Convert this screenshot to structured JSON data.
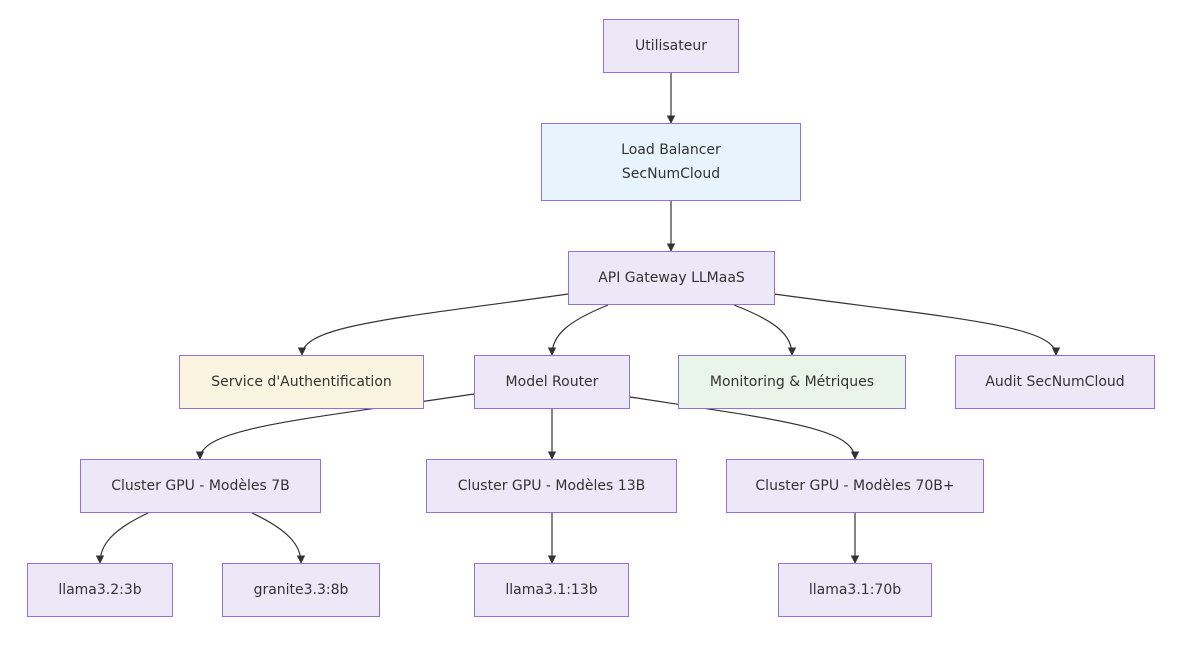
{
  "colors": {
    "default_fill": "#ece8f8",
    "default_border": "#9370db",
    "edge": "#333333",
    "text": "#333333",
    "load_balancer_fill": "#e8f4fd",
    "auth_fill": "#fbf4e0",
    "monitoring_fill": "#e9f5e9"
  },
  "nodes": {
    "user": {
      "label": "Utilisateur"
    },
    "lb": {
      "line1": "Load Balancer",
      "line2": "SecNumCloud"
    },
    "gateway": {
      "label": "API Gateway LLMaaS"
    },
    "auth": {
      "label": "Service d'Authentification"
    },
    "router": {
      "label": "Model Router"
    },
    "monitoring": {
      "label": "Monitoring & Métriques"
    },
    "audit": {
      "label": "Audit SecNumCloud"
    },
    "cluster7b": {
      "label": "Cluster GPU - Modèles 7B"
    },
    "cluster13b": {
      "label": "Cluster GPU - Modèles 13B"
    },
    "cluster70b": {
      "label": "Cluster GPU - Modèles 70B+"
    },
    "llama32": {
      "label": "llama3.2:3b"
    },
    "granite": {
      "label": "granite3.3:8b"
    },
    "llama31_13b": {
      "label": "llama3.1:13b"
    },
    "llama31_70b": {
      "label": "llama3.1:70b"
    }
  }
}
